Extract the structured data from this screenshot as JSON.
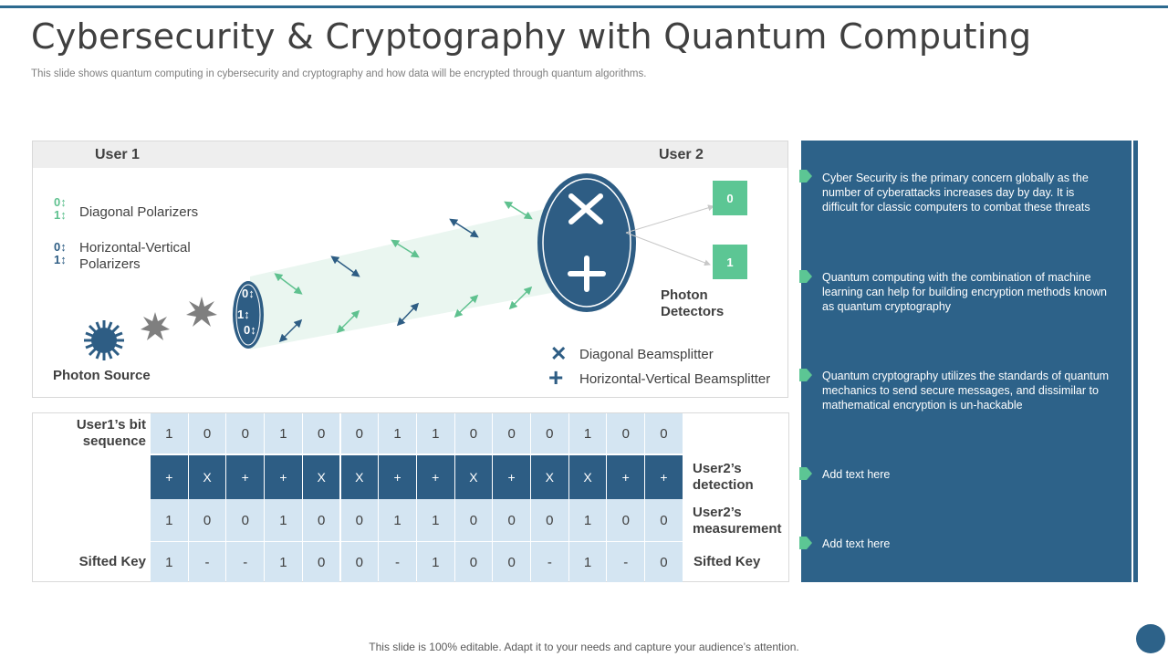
{
  "header": {
    "title": "Cybersecurity & Cryptography with Quantum Computing",
    "subtitle": "This slide shows quantum computing in cybersecurity and cryptography and how data will be encrypted through quantum algorithms."
  },
  "diagram": {
    "user1": "User 1",
    "user2": "User 2",
    "polarizers": [
      {
        "icon_top": "0↕",
        "icon_bottom": "1↕",
        "label": "Diagonal Polarizers"
      },
      {
        "icon_top": "0↕",
        "icon_bottom": "1↕",
        "label_line1": "Horizontal-Vertical",
        "label_line2": "Polarizers"
      }
    ],
    "photon_source": "Photon Source",
    "polarizer_lens": [
      "0↕",
      "1↕",
      "0↕"
    ],
    "photon_detectors_line1": "Photon",
    "photon_detectors_line2": "Detectors",
    "detector_values": [
      "0",
      "1"
    ],
    "legend": [
      {
        "icon": "x-icon",
        "glyph": "✕",
        "label": "Diagonal Beamsplitter"
      },
      {
        "icon": "plus-icon",
        "glyph": "+",
        "label": "Horizontal-Vertical Beamsplitter"
      }
    ],
    "colors": {
      "navy": "#2e5d84",
      "teal": "#5fc18f",
      "beam": "#eaf6f0"
    }
  },
  "table": {
    "rows": [
      {
        "label_left_1": "User1’s bit",
        "label_left_2": "sequence",
        "cells": [
          "1",
          "0",
          "0",
          "1",
          "0",
          "0",
          "1",
          "1",
          "0",
          "0",
          "0",
          "1",
          "0",
          "0"
        ]
      },
      {
        "label_right_1": "User2’s",
        "label_right_2": "detection",
        "cells": [
          "+",
          "X",
          "+",
          "+",
          "X",
          "X",
          "+",
          "+",
          "X",
          "+",
          "X",
          "X",
          "+",
          "+"
        ]
      },
      {
        "label_right_1": "User2’s",
        "label_right_2": "measurement",
        "cells": [
          "1",
          "0",
          "0",
          "1",
          "0",
          "0",
          "1",
          "1",
          "0",
          "0",
          "0",
          "1",
          "0",
          "0"
        ]
      },
      {
        "label_left": "Sifted Key",
        "label_right": "Sifted Key",
        "cells": [
          "1",
          "-",
          "-",
          "1",
          "0",
          "0",
          "-",
          "1",
          "0",
          "0",
          "-",
          "1",
          "-",
          "0"
        ]
      }
    ]
  },
  "panel": {
    "bullets": [
      "Cyber Security is the primary concern globally as the number of cyberattacks increases day by day. It is difficult for classic computers to combat these threats",
      "Quantum computing with the combination of machine learning can help for building encryption methods known as quantum cryptography",
      "Quantum cryptography utilizes the standards of quantum mechanics to send secure messages, and dissimilar to mathematical encryption is un-hackable",
      "Add text here",
      "Add text here"
    ],
    "colors": {
      "background": "#2d6289",
      "bullet": "#5cc694"
    }
  },
  "footer": "This slide is 100% editable. Adapt it to your needs and capture your audience’s attention."
}
